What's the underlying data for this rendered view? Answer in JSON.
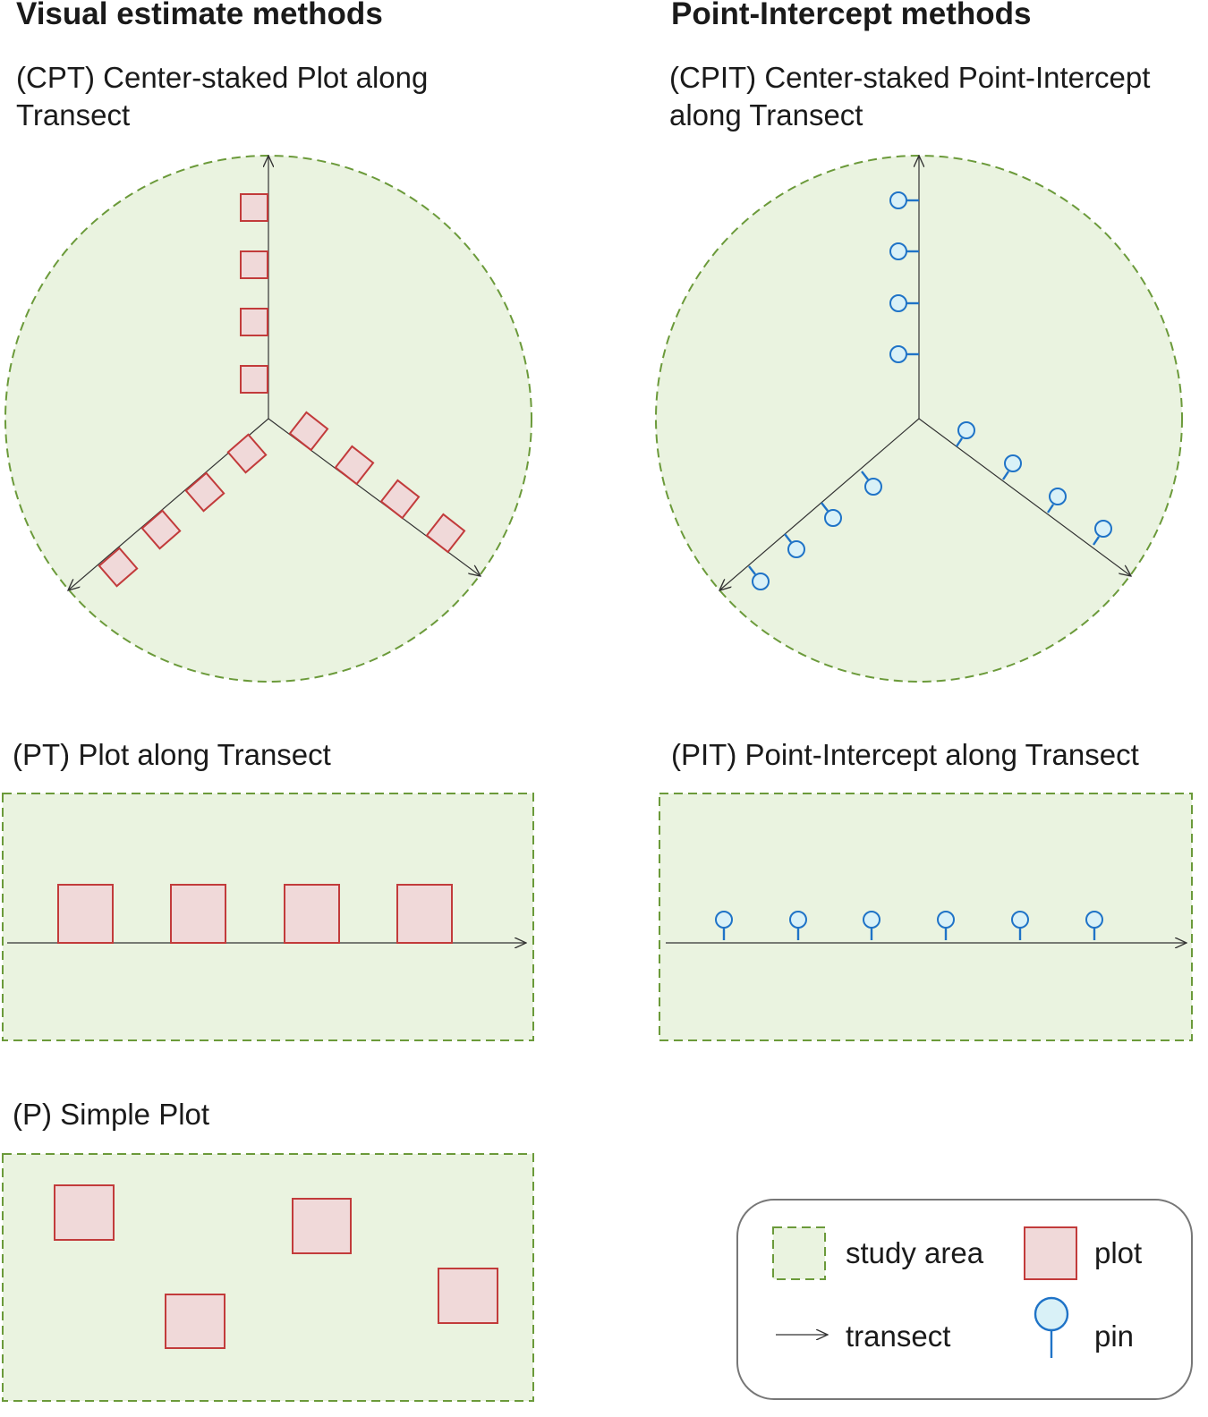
{
  "headings": {
    "visual": "Visual estimate methods",
    "point_intercept": "Point-Intercept methods"
  },
  "panels": {
    "cpt": {
      "label": "(CPT) Center-staked Plot along Transect"
    },
    "cpit": {
      "label": "(CPIT) Center-staked Point-Intercept along Transect"
    },
    "pt": {
      "label": "(PT) Plot along Transect"
    },
    "pit": {
      "label": "(PIT) Point-Intercept along Transect"
    },
    "p": {
      "label": "(P) Simple Plot"
    }
  },
  "legend": {
    "study_area": "study area",
    "plot": "plot",
    "transect": "transect",
    "pin": "pin"
  },
  "colors": {
    "study_area_fill": "#eaf3e0",
    "study_area_stroke": "#6b9a3a",
    "plot_fill": "#f0d9d9",
    "plot_stroke": "#c23b3b",
    "pin_fill": "#d9f1f7",
    "pin_stroke": "#1f73c7",
    "transect": "#333333"
  }
}
